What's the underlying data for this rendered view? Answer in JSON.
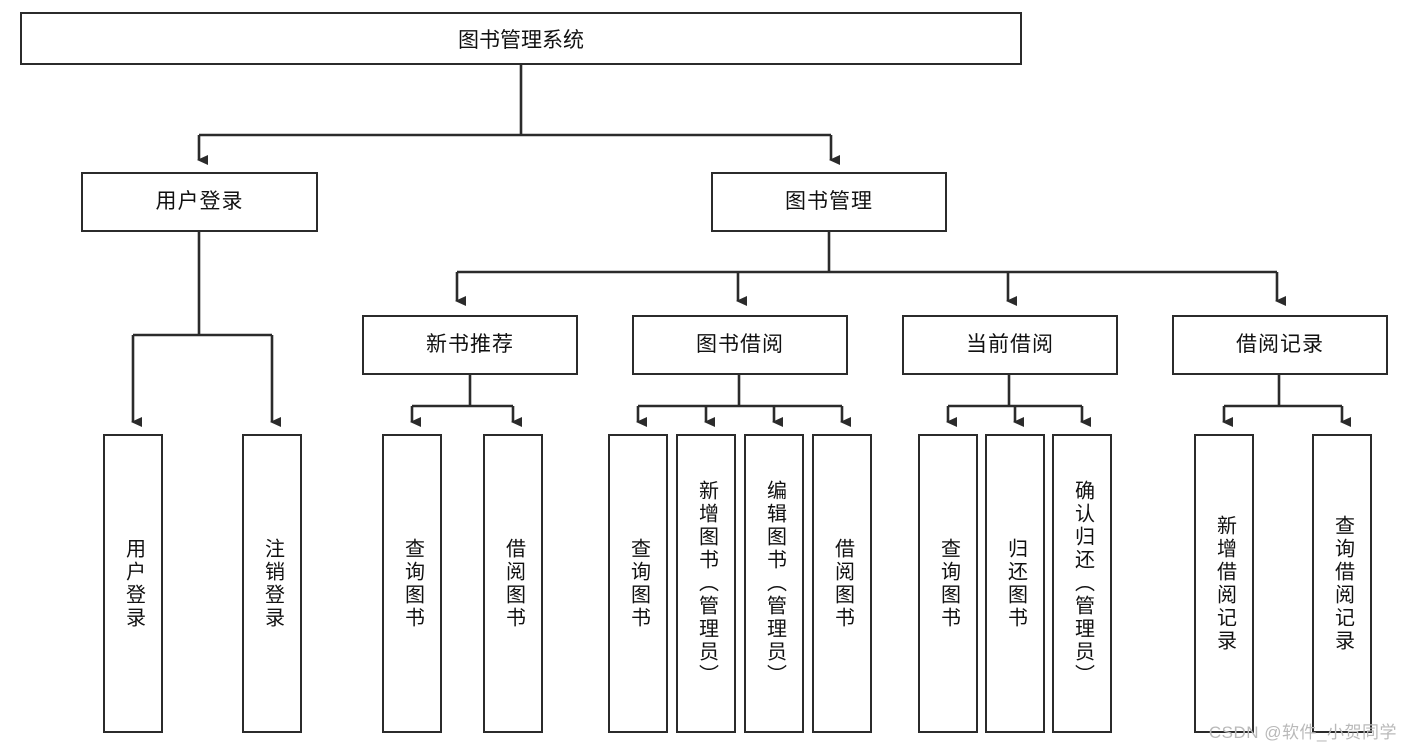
{
  "diagram": {
    "title": "图书管理系统",
    "type": "hierarchy-tree",
    "watermark": "CSDN @软件_小贺同学",
    "colors": {
      "box_border": "#2b2b2b",
      "box_fill": "#ffffff",
      "edge": "#333333",
      "text": "#111111",
      "watermark": "#b9b9b9",
      "background": "#ffffff"
    },
    "root": {
      "label": "图书管理系统"
    },
    "level1": [
      {
        "label": "用户登录"
      },
      {
        "label": "图书管理"
      }
    ],
    "level2": [
      {
        "label": "新书推荐"
      },
      {
        "label": "图书借阅"
      },
      {
        "label": "当前借阅"
      },
      {
        "label": "借阅记录"
      }
    ],
    "leaves": {
      "user_login": [
        {
          "label": "用户登录"
        },
        {
          "label": "注销登录"
        }
      ],
      "new_book_recommend": [
        {
          "label": "查询图书"
        },
        {
          "label": "借阅图书"
        }
      ],
      "book_borrow": [
        {
          "label": "查询图书"
        },
        {
          "label": "新增图书（管理员）"
        },
        {
          "label": "编辑图书（管理员）"
        },
        {
          "label": "借阅图书"
        }
      ],
      "current_borrow": [
        {
          "label": "查询图书"
        },
        {
          "label": "归还图书"
        },
        {
          "label": "确认归还（管理员）"
        }
      ],
      "borrow_record": [
        {
          "label": "新增借阅记录"
        },
        {
          "label": "查询借阅记录"
        }
      ]
    }
  }
}
